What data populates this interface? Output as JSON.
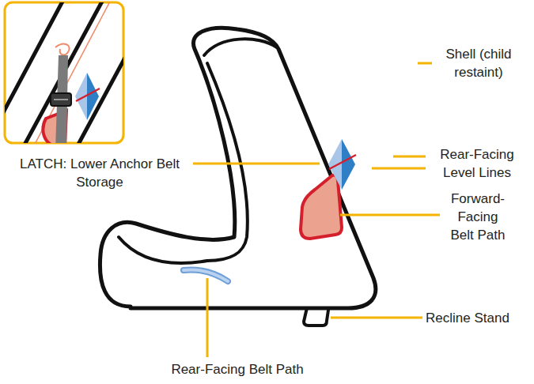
{
  "diagram": {
    "labels": [
      "Shell (child restaint)",
      "LATCH: Lower Anchor Belt Storage",
      "Rear-Facing Level Lines",
      "Forward-Facing Belt Path",
      "Recline Stand",
      "Rear-Facing Belt Path"
    ]
  }
}
